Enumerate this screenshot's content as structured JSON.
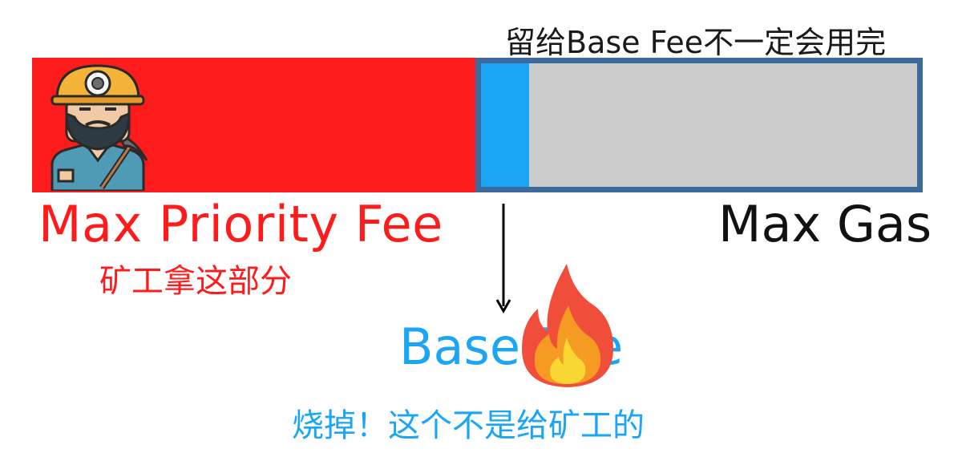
{
  "diagram": {
    "top_caption": "留给Base Fee不一定会用完",
    "max_priority_fee_label": "Max Priority Fee",
    "miner_gets_label": "矿工拿这部分",
    "max_gas_label": "Max Gas",
    "base_fee_label": "Base Fee",
    "burn_label": "烧掉！这个不是给矿工的"
  },
  "colors": {
    "priority_red": "#fe1b1b",
    "base_fee_blue": "#1aa5f5",
    "gas_bar_gray": "#cccccc",
    "gas_bar_border": "#3c6a9d"
  },
  "icons": {
    "miner": "miner-icon",
    "fire": "fire-icon",
    "arrow": "arrow-down-icon"
  }
}
